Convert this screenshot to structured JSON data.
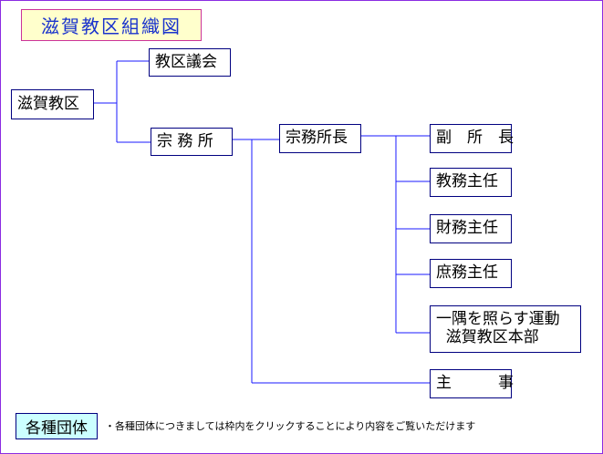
{
  "title": "滋賀教区組織図",
  "nodes": {
    "root": "滋賀教区",
    "council": "教区議会",
    "office": "宗 務 所",
    "director": "宗務所長",
    "vice_director": "副　所　長",
    "education_chief": "教務主任",
    "finance_chief": "財務主任",
    "general_affairs_chief": "庶務主任",
    "movement_hq": "一隅を照らす運動\n  滋賀教区本部",
    "secretary": "主　　　事"
  },
  "legend": {
    "label": "各種団体",
    "note": "・各種団体につきましては枠内をクリックすることにより内容をご覧いただけます"
  },
  "colors": {
    "line": "#1a1aff",
    "border": "#000080",
    "title_bg": "#ffffcc",
    "title_text": "#1a33cc",
    "legend_bg": "#ccffff"
  }
}
